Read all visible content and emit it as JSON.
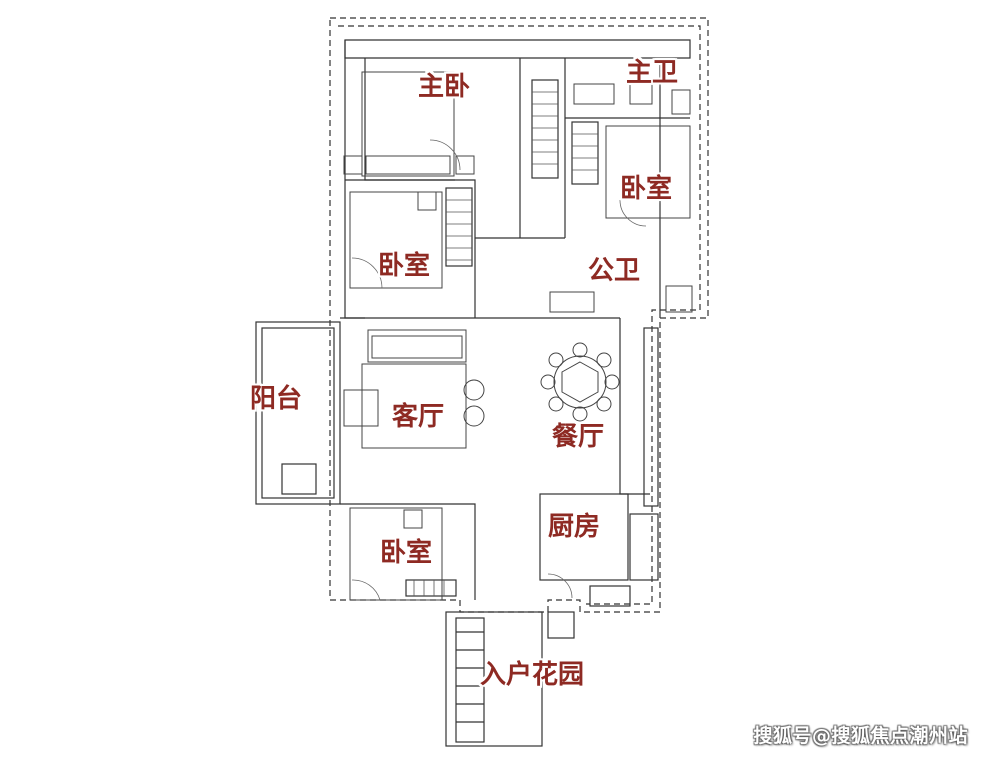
{
  "rooms": {
    "master_bedroom": "主卧",
    "master_bath": "主卫",
    "bedroom_east": "卧室",
    "bedroom_west": "卧室",
    "public_bath": "公卫",
    "balcony": "阳台",
    "living_room": "客厅",
    "dining_room": "餐厅",
    "kitchen": "厨房",
    "bedroom_south": "卧室",
    "entry_garden": "入户花园"
  },
  "watermark": "搜狐号@搜狐焦点潮州站",
  "colors": {
    "label": "#8e2a23",
    "line": "#333333",
    "background": "#ffffff"
  }
}
